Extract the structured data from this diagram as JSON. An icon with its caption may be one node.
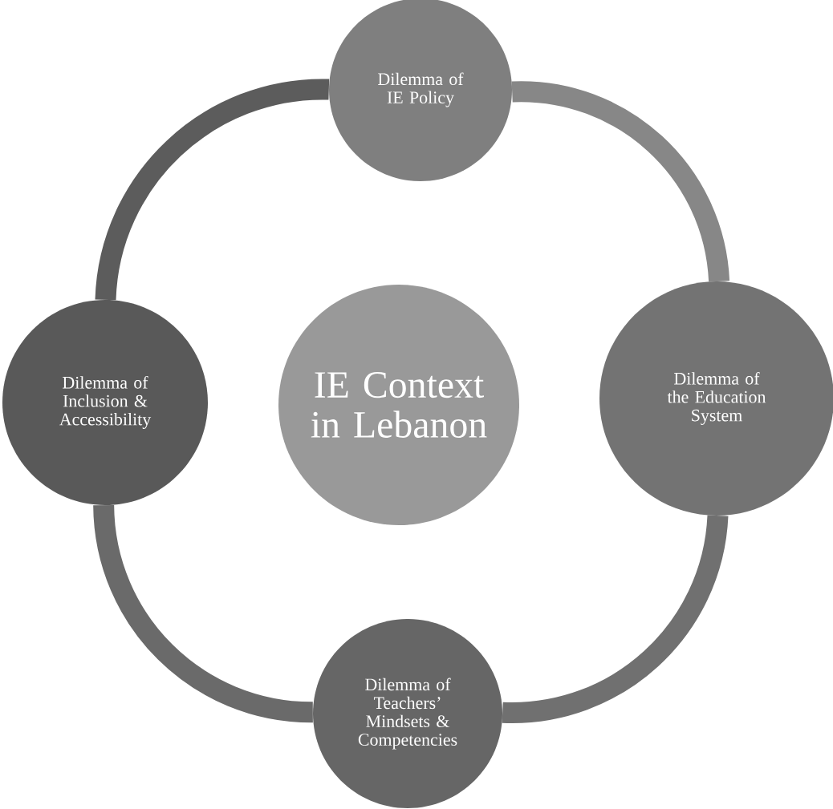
{
  "diagram": {
    "nodes": [
      {
        "text": [
          "Dilemma of IE Policy"
        ]
      },
      {
        "text": [
          "Dilemma of Inclusion & Accessibility"
        ]
      },
      {
        "text": [
          "IE Context in Lebanon"
        ]
      },
      {
        "text": [
          "Dilemma of the Education System"
        ]
      },
      {
        "text": [
          "Dilemma of Teachers’ Mindsets & Competencies"
        ]
      }
    ],
    "edges": [
      {
        "from": 0,
        "to": 3,
        "arrow": "none",
        "color": "#878787"
      },
      {
        "from": 3,
        "to": 4,
        "arrow": "none",
        "color": "#707070"
      },
      {
        "from": 4,
        "to": 1,
        "arrow": "none",
        "color": "#6a6a6a"
      },
      {
        "from": 1,
        "to": 0,
        "arrow": "none",
        "color": "#5c5c5c"
      }
    ]
  }
}
